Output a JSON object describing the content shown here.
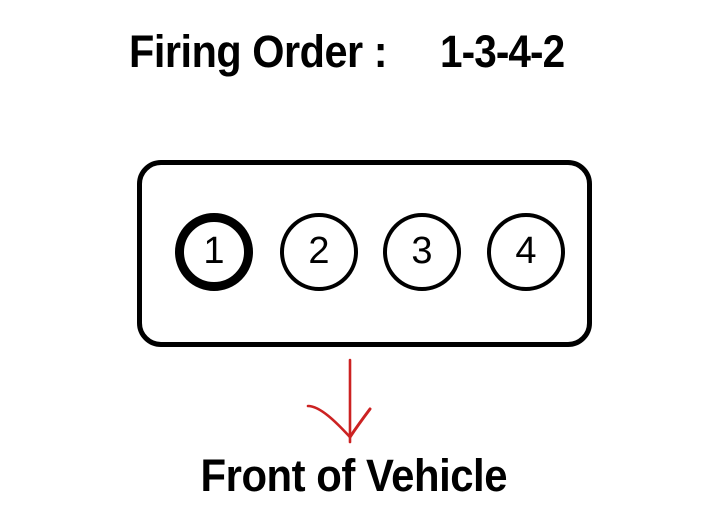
{
  "diagram": {
    "title_label": "Firing Order :",
    "firing_order": "1-3-4-2",
    "footer_label": "Front of Vehicle",
    "colors": {
      "outline": "#000000",
      "arrow": "#cc2222",
      "background": "#ffffff",
      "text": "#000000"
    },
    "engine_block": {
      "cylinders": [
        {
          "number": "1",
          "highlighted": true
        },
        {
          "number": "2",
          "highlighted": false
        },
        {
          "number": "3",
          "highlighted": false
        },
        {
          "number": "4",
          "highlighted": false
        }
      ]
    },
    "arrow": {
      "icon": "down-arrow-icon",
      "direction": "down",
      "points_to": "Front of Vehicle"
    }
  }
}
